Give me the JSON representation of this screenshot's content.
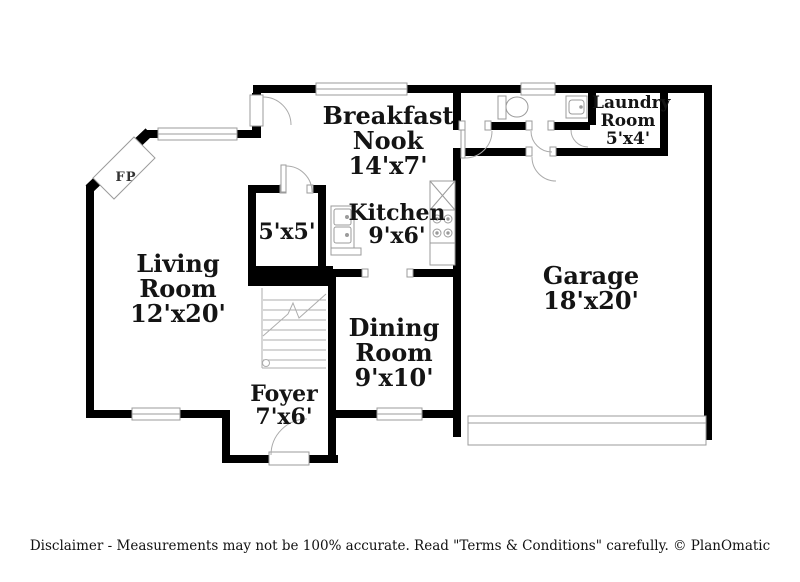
{
  "rooms": [
    {
      "id": "breakfast-nook",
      "name": "Breakfast Nook",
      "dims": "14'x7'"
    },
    {
      "id": "laundry-room",
      "name": "Laundry Room",
      "dims": "5'x4'"
    },
    {
      "id": "closet",
      "name": "",
      "dims": "5'x5'"
    },
    {
      "id": "kitchen",
      "name": "Kitchen",
      "dims": "9'x6'"
    },
    {
      "id": "living-room",
      "name": "Living Room",
      "dims": "12'x20'"
    },
    {
      "id": "garage",
      "name": "Garage",
      "dims": "18'x20'"
    },
    {
      "id": "dining-room",
      "name": "Dining Room",
      "dims": "9'x10'"
    },
    {
      "id": "foyer",
      "name": "Foyer",
      "dims": "7'x6'"
    }
  ],
  "fireplace_label": "FP",
  "disclaimer": "Disclaimer - Measurements may not be 100% accurate. Read \"Terms & Conditions\" carefully. © PlanOmatic",
  "fixtures": {
    "fireplace": "fireplace-icon",
    "stairs": "stairs-icon",
    "toilet": "toilet-icon",
    "vanity_sink": "sink-icon",
    "kitchen_sink": "double-basin-sink-icon",
    "range": "four-burner-range-icon",
    "refrigerator": "refrigerator-icon",
    "garage_door": "garage-door-icon"
  },
  "colors": {
    "wall": "#000000",
    "fixture_outline": "#9b9b9b",
    "text": "#141414",
    "background": "#ffffff"
  }
}
